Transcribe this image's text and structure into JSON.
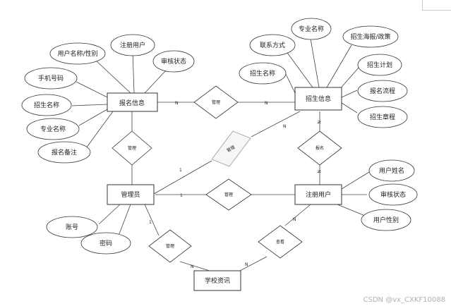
{
  "entities": {
    "baoming": "报名信息",
    "zhaosheng": "招生信息",
    "admin": "管理员",
    "user": "注册用户",
    "school": "学校资讯"
  },
  "attributes": {
    "baoming": [
      "用户名称/性别",
      "注册用户",
      "审核状态",
      "手机号码",
      "招生名称",
      "专业名称",
      "报名备注"
    ],
    "zhaosheng": [
      "专业名称",
      "联系方式",
      "招生海报/政策",
      "招生名称",
      "招生计划",
      "报名流程",
      "招生章程"
    ],
    "admin": [
      "账号",
      "密码"
    ],
    "user": [
      "用户姓名",
      "审核状态",
      "用户性别"
    ]
  },
  "relationships": {
    "top": "管理",
    "left": "管理",
    "center": "管理",
    "right": "报名",
    "middle": "管理",
    "bottom_left": "管理",
    "bottom_right": "查看"
  },
  "cardinalities": {
    "n": "N",
    "one": "1"
  },
  "watermark": "CSDN @vx_CXKF10088"
}
